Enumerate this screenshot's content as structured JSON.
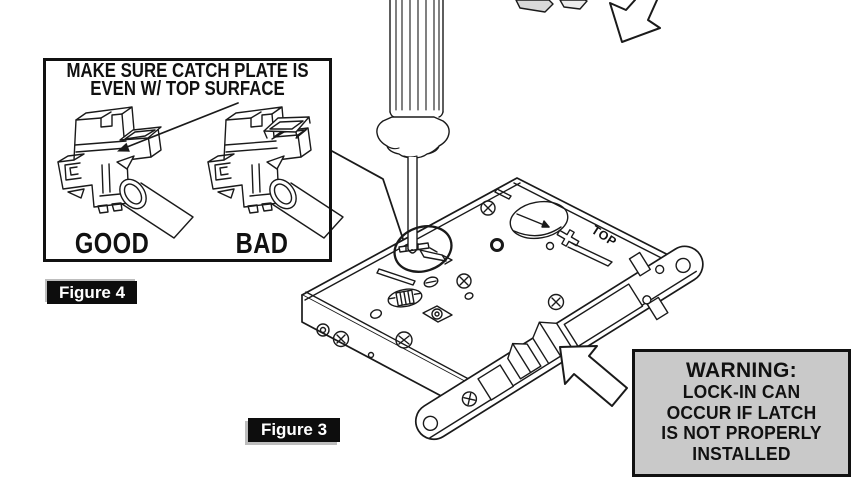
{
  "callout": {
    "title_line1": "MAKE SURE CATCH PLATE IS",
    "title_line2": "EVEN W/ TOP SURFACE",
    "good_label": "GOOD",
    "bad_label": "BAD",
    "figure_label": "Figure 4"
  },
  "main_figure": {
    "figure_label": "Figure 3",
    "lock_top_marking": "TOP"
  },
  "warning_box": {
    "title": "WARNING:",
    "lines": [
      "LOCK-IN CAN",
      "OCCUR IF LATCH",
      "IS NOT PROPERLY",
      "INSTALLED"
    ]
  },
  "colors": {
    "line_art": "#1a1a1a",
    "warning_bg": "#c9c9c9",
    "figure_label_bg": "#0d0d0d",
    "figure_label_text": "#ffffff",
    "shaded_fragment": "#d9d9d9"
  }
}
